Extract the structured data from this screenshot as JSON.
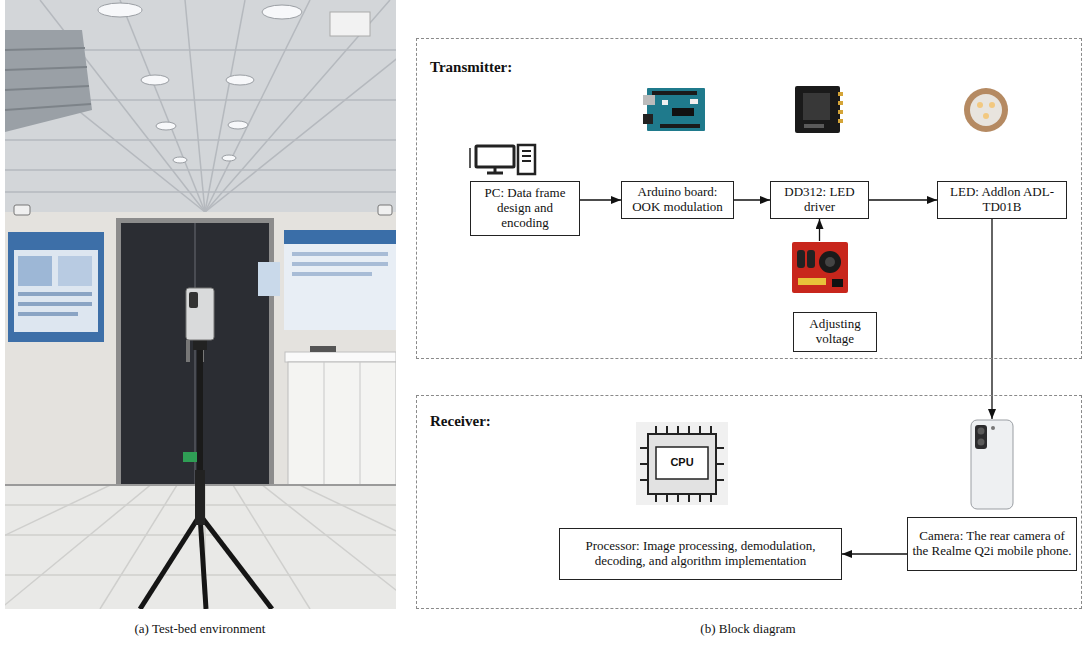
{
  "diagram": {
    "nodes": [
      {
        "text": [
          "Transmitter:"
        ]
      },
      {
        "text": [
          "PC: Data frame design and encoding"
        ],
        "in": 0
      },
      {
        "text": [
          "Arduino board: OOK modulation"
        ],
        "in": 0
      },
      {
        "text": [
          "DD312: LED driver"
        ],
        "in": 0
      },
      {
        "text": [
          "LED: Addlon ADL-TD01B"
        ],
        "in": 0
      },
      {
        "text": [
          "Adjusting voltage"
        ],
        "in": 0
      },
      {
        "text": [
          "Receiver:"
        ]
      },
      {
        "text": [
          "Camera: The rear camera of the Realme Q2i mobile phone."
        ],
        "in": 6
      },
      {
        "text": [
          "Processor: Image processing, demodulation, decoding, and algorithm implementation"
        ],
        "in": 6
      }
    ],
    "edges": [
      {
        "from": 1,
        "to": 2,
        "arrow": "to"
      },
      {
        "from": 2,
        "to": 3,
        "arrow": "to"
      },
      {
        "from": 3,
        "to": 4,
        "arrow": "to"
      },
      {
        "from": 5,
        "to": 3,
        "arrow": "to"
      },
      {
        "from": 4,
        "to": 7,
        "arrow": "to"
      },
      {
        "from": 7,
        "to": 8,
        "arrow": "to"
      }
    ],
    "labels": [
      "(a) Test-bed environment",
      "(b) Block diagram",
      "CPU"
    ]
  }
}
